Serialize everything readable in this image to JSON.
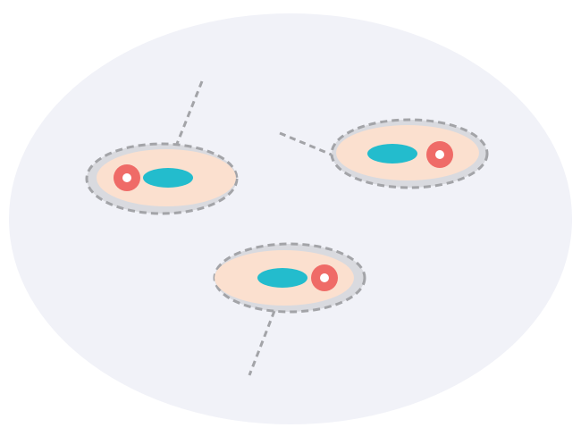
{
  "colors": {
    "background": "#ffffff",
    "dish": "#f1f2f8",
    "capsule_fill": "#d9dadf",
    "capsule_stroke": "#a3a4a8",
    "cell_body": "#fbe0cf",
    "nucleus": "#23bccd",
    "ring": "#ef6b67",
    "ring_center": "#ffffff",
    "leader_line": "#a3a4a8"
  },
  "cells": [
    {
      "id": "left",
      "ring_side": "left"
    },
    {
      "id": "right",
      "ring_side": "right"
    },
    {
      "id": "bottom",
      "ring_side": "right"
    }
  ]
}
